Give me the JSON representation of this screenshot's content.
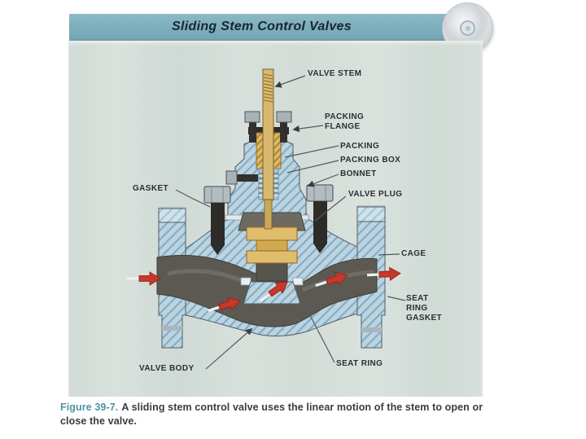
{
  "header": {
    "title": "Sliding Stem Control Valves"
  },
  "diagram": {
    "labels": [
      {
        "id": "valve-stem",
        "text": "VALVE STEM"
      },
      {
        "id": "packing-flange",
        "text": "PACKING FLANGE"
      },
      {
        "id": "packing",
        "text": "PACKING"
      },
      {
        "id": "packing-box",
        "text": "PACKING BOX"
      },
      {
        "id": "bonnet",
        "text": "BONNET"
      },
      {
        "id": "valve-plug",
        "text": "VALVE PLUG"
      },
      {
        "id": "gasket",
        "text": "GASKET"
      },
      {
        "id": "cage",
        "text": "CAGE"
      },
      {
        "id": "seat-ring-gasket",
        "text": "SEAT RING GASKET"
      },
      {
        "id": "valve-body",
        "text": "VALVE BODY"
      },
      {
        "id": "seat-ring",
        "text": "SEAT RING"
      }
    ]
  },
  "figure": {
    "label": "Figure 39-7.",
    "text": "A sliding stem control valve uses the linear motion of the stem to open or close the valve."
  },
  "colors": {
    "title-bar": "#7fb0be",
    "panel-bg": "#d5ded9",
    "arrow-red": "#c8372a",
    "caption-accent": "#4f93a6",
    "body-blue": "#bad4e2",
    "hatch-blue": "#87aabf",
    "flow-gray": "#5c5953",
    "plug-gold": "#e0bc6d",
    "text-dark": "#2c2e33"
  }
}
